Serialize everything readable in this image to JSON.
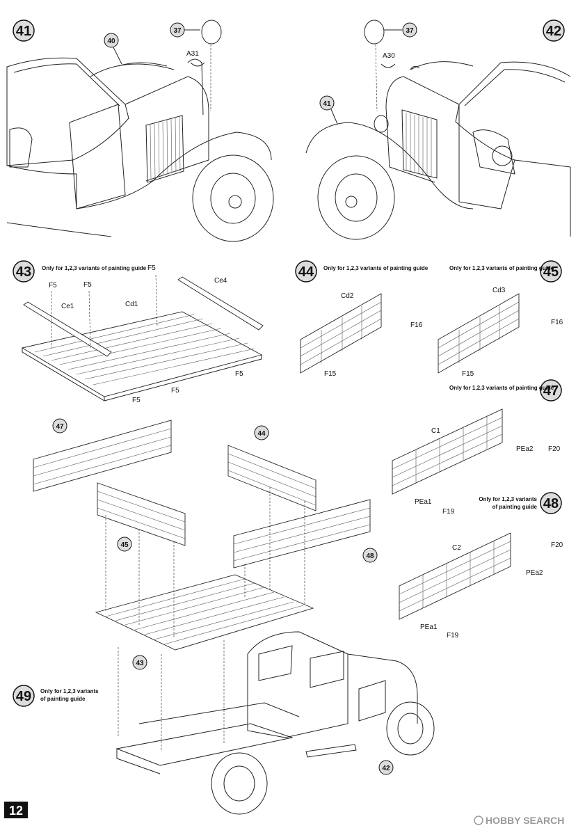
{
  "page_number": "12",
  "steps": [
    {
      "number": "41",
      "note": ""
    },
    {
      "number": "42",
      "note": ""
    },
    {
      "number": "43",
      "note": "Only for 1,2,3 variants of painting guide"
    },
    {
      "number": "44",
      "note": "Only for 1,2,3 variants of painting guide"
    },
    {
      "number": "45",
      "note": "Only for 1,2,3 variants of painting guide"
    },
    {
      "number": "47",
      "note": "Only for 1,2,3 variants of painting guide"
    },
    {
      "number": "48",
      "note_line1": "Only for 1,2,3 variants",
      "note_line2": "of painting guide"
    },
    {
      "number": "49",
      "note_line1": "Only for 1,2,3 variants",
      "note_line2": "of painting guide"
    }
  ],
  "callouts": {
    "s41_ref_40": "40",
    "s41_ref_37": "37",
    "s42_ref_37": "37",
    "s42_ref_41": "41",
    "s49_ref_47": "47",
    "s49_ref_44": "44",
    "s49_ref_45": "45",
    "s49_ref_48": "48",
    "s49_ref_43": "43",
    "s49_ref_42": "42"
  },
  "part_labels": {
    "a31": "A31",
    "a30": "A30",
    "s43_f5_a": "F5",
    "s43_f5_b": "F5",
    "s43_f5_c": "F5",
    "s43_ce1": "Ce1",
    "s43_cd1": "Cd1",
    "s43_ce4": "Ce4",
    "s43_f5_d": "F5",
    "s43_f5_e": "F5",
    "s43_f5_f": "F5",
    "s44_cd2": "Cd2",
    "s44_f16": "F16",
    "s44_f15": "F15",
    "s45_cd3": "Cd3",
    "s45_f16": "F16",
    "s45_f15": "F15",
    "s47_c1": "C1",
    "s47_pea2": "PEa2",
    "s47_f20": "F20",
    "s47_pea1": "PEa1",
    "s47_f19": "F19",
    "s48_c2": "C2",
    "s48_f20": "F20",
    "s48_pea2": "PEa2",
    "s48_pea1": "PEa1",
    "s48_f19": "F19"
  },
  "watermark": "HOBBY SEARCH"
}
